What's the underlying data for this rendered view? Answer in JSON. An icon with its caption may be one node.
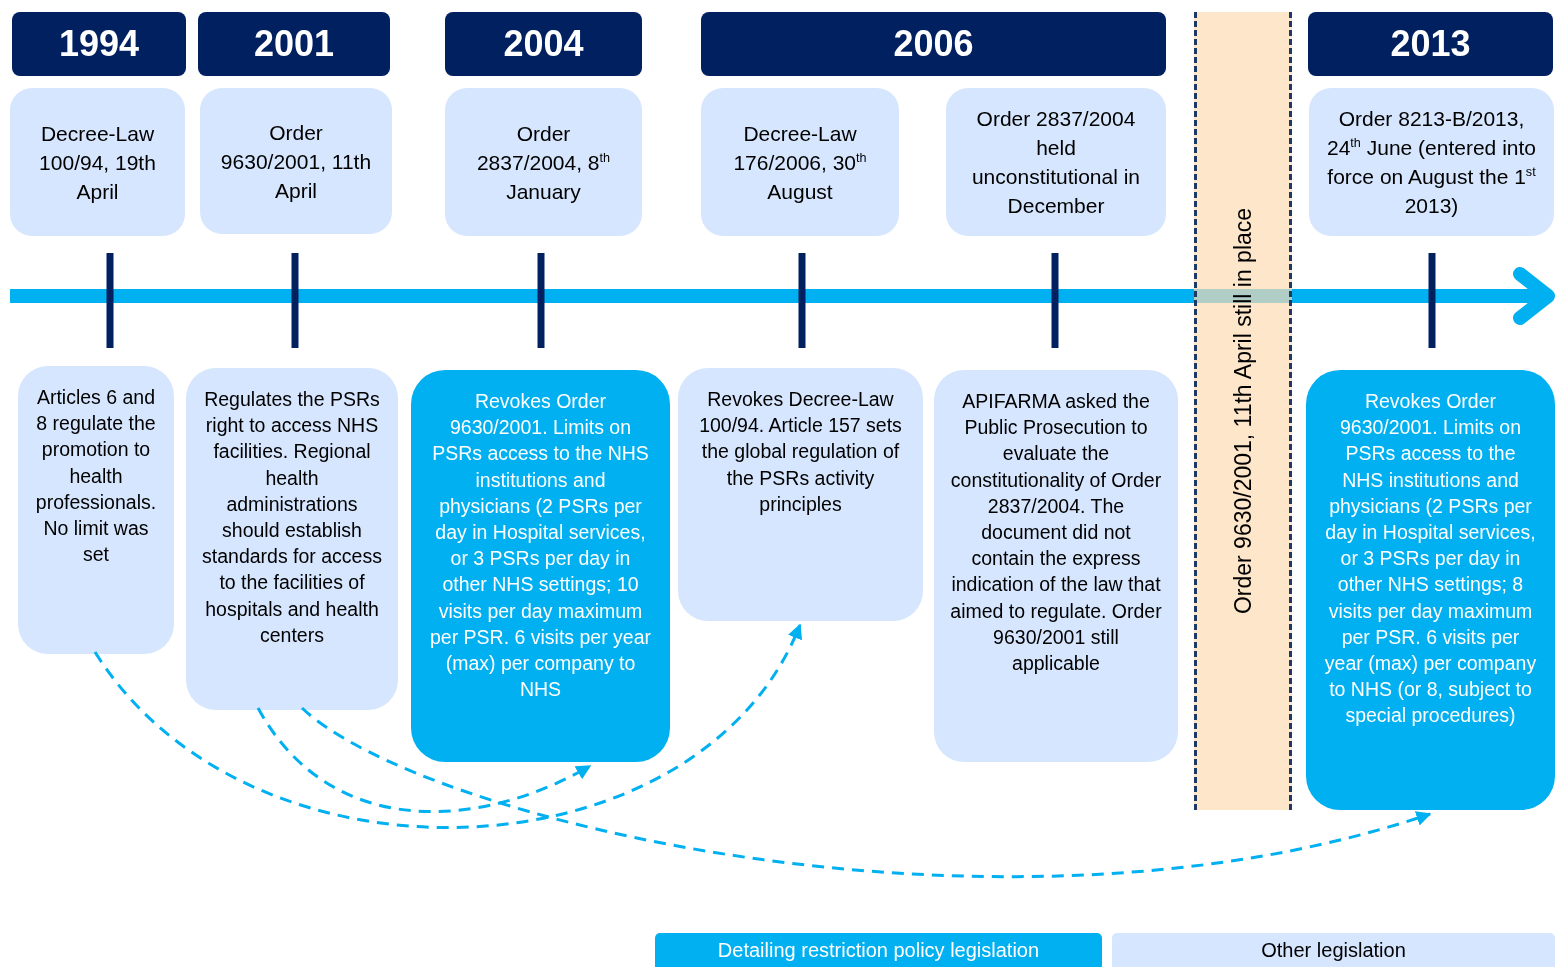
{
  "diagram": {
    "nodes": [
      {
        "text": [
          "1994"
        ]
      },
      {
        "text": [
          "2001"
        ]
      },
      {
        "text": [
          "2004"
        ]
      },
      {
        "text": [
          "2006"
        ]
      },
      {
        "text": [
          "2013"
        ]
      },
      {
        "text": [
          "Decree-Law 100/94, 19th April"
        ]
      },
      {
        "text": [
          "Order 9630/2001, 11th April"
        ]
      },
      {
        "text": [
          "Order 2837/2004, 8$^{th}$ January"
        ]
      },
      {
        "text": [
          "Decree-Law 176/2006, 30$^{th}$ August"
        ]
      },
      {
        "text": [
          "Order 2837/2004 held unconstitutional in December"
        ]
      },
      {
        "text": [
          "Order 8213-B/2013, 24$^{th}$ June (entered into force on August the 1$^{st}$ 2013)"
        ]
      },
      {
        "text": [
          "Order 9630/2001, 11th April still in place"
        ]
      },
      {
        "text": [
          "Articles 6 and 8 regulate the promotion to health professionals. No limit was set"
        ]
      },
      {
        "text": [
          "Regulates the PSRs right to access NHS facilities. Regional health administrations should establish standards for access to the facilities of hospitals and health centers"
        ]
      },
      {
        "text": [
          "Revokes Order 9630/2001. Limits on PSRs access to the NHS institutions and physicians (2 PSRs per day in Hospital services, or 3 PSRs per day in other NHS settings; 10 visits per day maximum per PSR. 6 visits per year (max) per company to NHS"
        ]
      },
      {
        "text": [
          "Revokes Decree-Law 100/94. Article 157 sets the global regulation of the PSRs activity principles"
        ]
      },
      {
        "text": [
          "APIFARMA asked the Public Prosecution to evaluate the constitutionality of Order 2837/2004. The document did not contain the express indication of the law that aimed to regulate. Order 9630/2001 still applicable"
        ]
      },
      {
        "text": [
          "Revokes Order 9630/2001. Limits on PSRs access to the NHS institutions and physicians (2 PSRs per day in Hospital services, or 3 PSRs per day in other NHS settings; 8 visits per day maximum per PSR. 6 visits per year (max) per company to NHS (or 8, subject to special procedures)"
        ]
      }
    ],
    "edges": [
      {
        "from": 12,
        "to": 15,
        "arrow": "to",
        "style": "dashed"
      },
      {
        "from": 13,
        "to": 14,
        "arrow": "to",
        "style": "dashed"
      },
      {
        "from": 13,
        "to": 17,
        "arrow": "to",
        "style": "dashed"
      }
    ],
    "legend": [
      {
        "text": "Detailing restriction policy legislation",
        "color": "#00b0f0"
      },
      {
        "text": "Other legislation",
        "color": "#d6e6fe"
      }
    ]
  }
}
